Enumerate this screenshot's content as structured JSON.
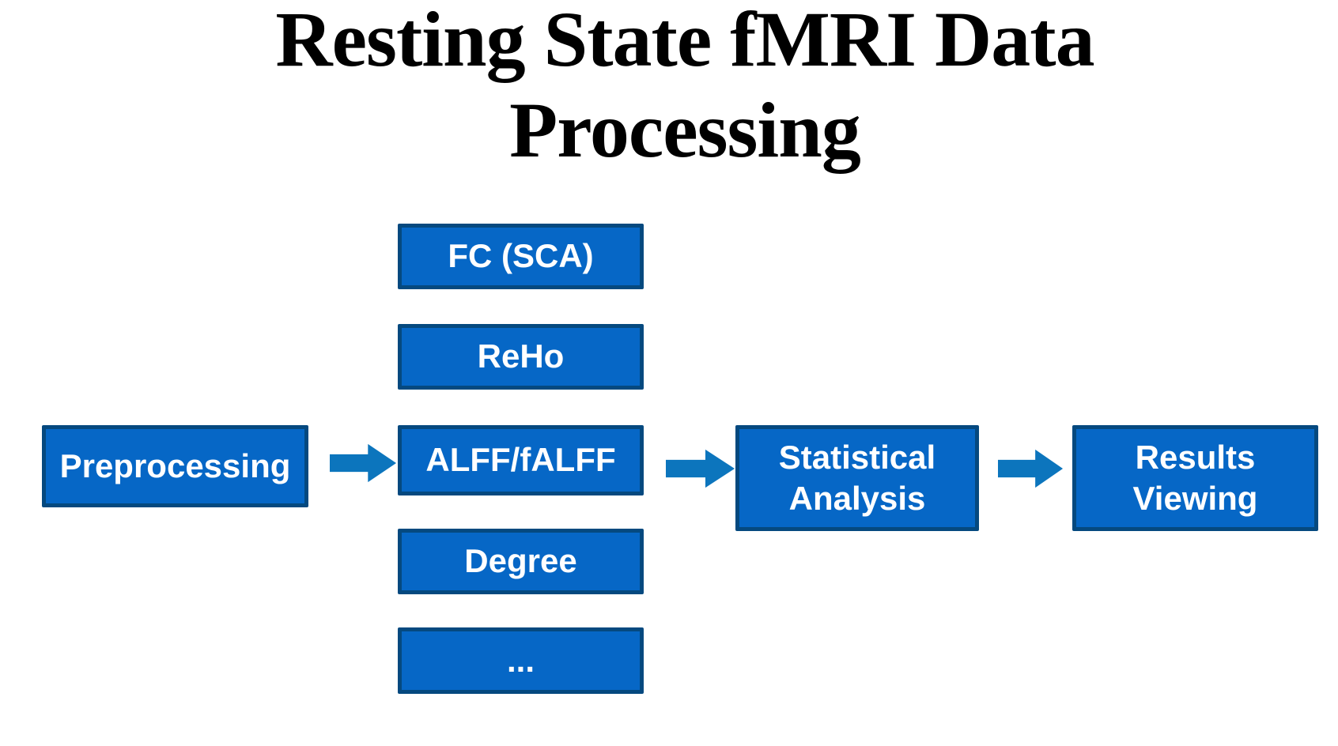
{
  "title": {
    "text": "Resting State fMRI Data\nProcessing"
  },
  "nodes": {
    "preprocessing": {
      "label": "Preprocessing"
    },
    "fc": {
      "label": "FC (SCA)"
    },
    "reho": {
      "label": "ReHo"
    },
    "alff": {
      "label": "ALFF/fALFF"
    },
    "degree": {
      "label": "Degree"
    },
    "more": {
      "label": "..."
    },
    "statistical": {
      "label": "Statistical\nAnalysis"
    },
    "results": {
      "label": "Results\nViewing"
    }
  },
  "flow": {
    "sequence": [
      "Preprocessing",
      "FC (SCA) | ReHo | ALFF/fALFF | Degree | ...",
      "Statistical Analysis",
      "Results Viewing"
    ],
    "arrow_icon": "right-block-arrow"
  },
  "colors": {
    "box_fill": "#0667C6",
    "box_border": "#05497F",
    "arrow": "#0C75BD",
    "box_text": "#FFFFFF",
    "title": "#000000",
    "background": "#FFFFFF"
  }
}
